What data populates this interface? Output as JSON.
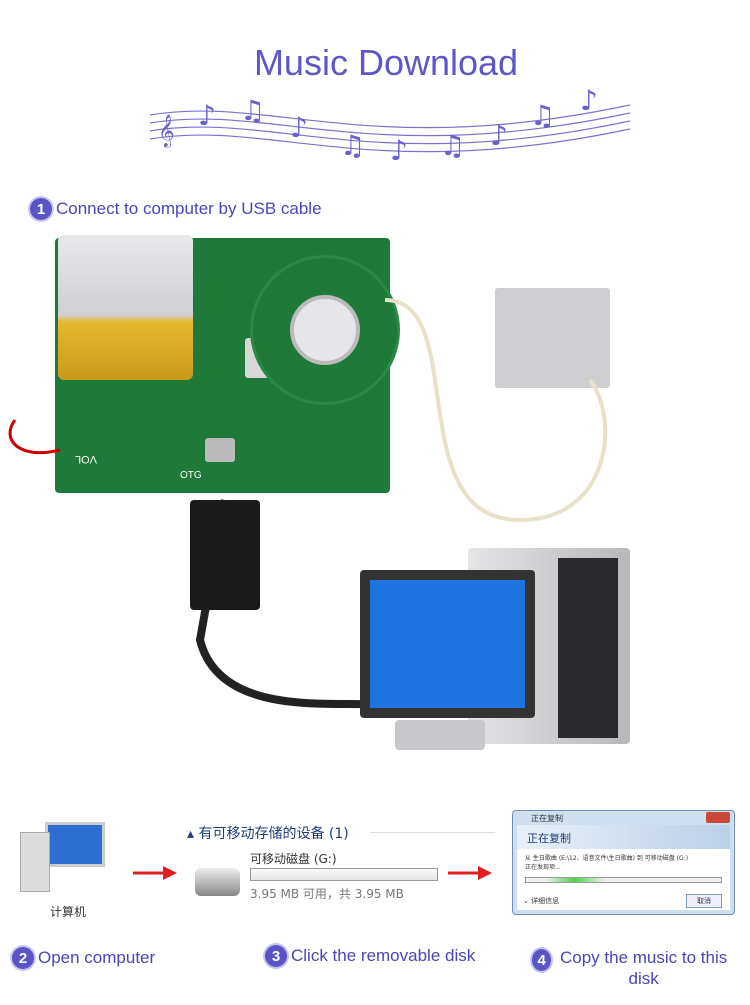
{
  "title": "Music Download",
  "colors": {
    "accent": "#5a54c6",
    "arrow": "#e02020",
    "screen": "#1d74e0"
  },
  "steps": [
    {
      "number": "1",
      "label": "Connect to computer by USB cable"
    },
    {
      "number": "2",
      "label": "Open computer"
    },
    {
      "number": "3",
      "label": "Click the removable disk"
    },
    {
      "number": "4",
      "label": "Copy the music to this disk"
    }
  ],
  "computer": {
    "label": "计算机"
  },
  "explorer": {
    "group": "有可移动存储的设备 (1)",
    "drive": "可移动磁盘 (G:)",
    "space": "3.95 MB 可用，共 3.95 MB",
    "fill": 0
  },
  "dialog": {
    "title": "正在复制",
    "heading": "正在复制",
    "line1": "从 生日歌曲 (E:\\12、语音文件\\生日歌曲) 到 可移动磁盘 (G:)",
    "line2": "正在发现项...",
    "details": "详细信息",
    "cancel": "取消",
    "progress": 0.3
  },
  "board_labels": {
    "vol": "VOL",
    "otg": "OTG"
  }
}
